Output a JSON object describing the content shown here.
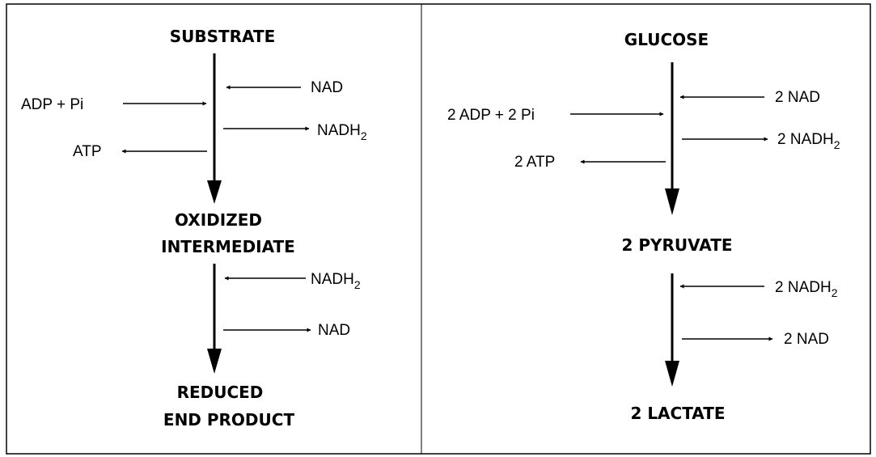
{
  "left": {
    "substrate": "SUBSTRATE",
    "oxidized_line1": "OXIDIZED",
    "oxidized_line2": "INTERMEDIATE",
    "reduced_line1": "REDUCED",
    "reduced_line2": "END PRODUCT",
    "adp_pi": "ADP + Pi",
    "atp": "ATP",
    "nad_in": "NAD",
    "nadh_out": "NADH",
    "nadh_out_sub": "2",
    "nadh_in": "NADH",
    "nadh_in_sub": "2",
    "nad_out": "NAD"
  },
  "right": {
    "glucose": "GLUCOSE",
    "pyruvate": "2 PYRUVATE",
    "lactate": "2 LACTATE",
    "adp_pi": "2 ADP + 2 Pi",
    "atp": "2 ATP",
    "nad_in": "2 NAD",
    "nadh_out": "2 NADH",
    "nadh_out_sub": "2",
    "nadh_in": "2 NADH",
    "nadh_in_sub": "2",
    "nad_out": "2 NAD"
  }
}
